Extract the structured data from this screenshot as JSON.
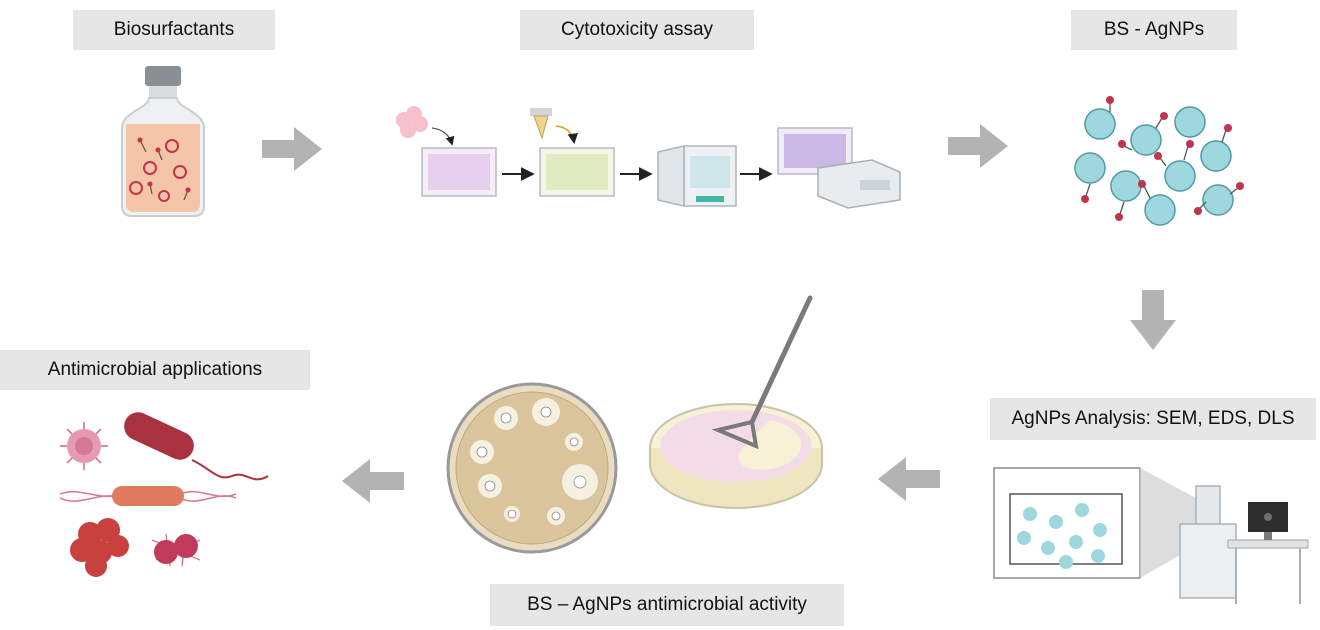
{
  "labels": {
    "biosurfactants": "Biosurfactants",
    "cytotoxicity": "Cytotoxicity assay",
    "bs_agnps": "BS - AgNPs",
    "analysis": "AgNPs Analysis: SEM, EDS, DLS",
    "antimicrobial_activity": "BS – AgNPs antimicrobial activity",
    "antimicrobial_applications": "Antimicrobial applications"
  },
  "colors": {
    "label_bg": "#e6e6e6",
    "arrow": "#b3b3b3",
    "nanoparticle": "#9fd7df",
    "surfactant_head": "#c0344e",
    "bacteria": "#a8323d"
  },
  "icons": [
    "vial-icon",
    "cell-cluster-icon",
    "well-plate-icon",
    "pipette-icon",
    "incubator-icon",
    "plate-reader-icon",
    "nanoparticle-icon",
    "sem-microscope-icon",
    "computer-monitor-icon",
    "inhibition-zone-petri-dish-icon",
    "spreader-petri-dish-icon",
    "virus-icon",
    "bacillus-icon",
    "cocci-cluster-icon",
    "diplococcus-icon"
  ]
}
